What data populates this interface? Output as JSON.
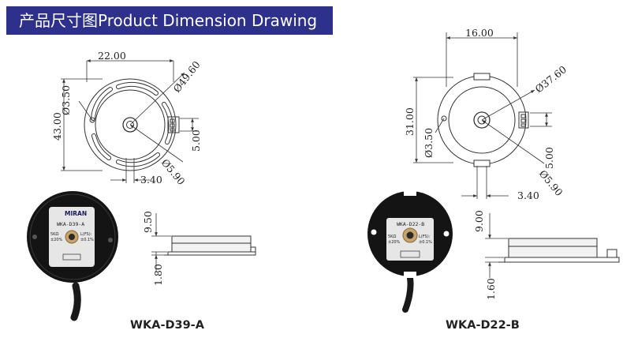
{
  "header": {
    "title": "产品尺寸图Product Dimension Drawing"
  },
  "colors": {
    "banner": "#2e318c",
    "line": "#333333",
    "sensor_body": "#141414"
  },
  "models": [
    {
      "caption": "WKA-D39-A",
      "dims": {
        "width_top": "22.00",
        "outer_dia": "Ø49.60",
        "hole_dia": "Ø3.50",
        "height": "43.00",
        "terminal": "5.00",
        "shaft_dia": "Ø5.90",
        "offset": "3.40"
      },
      "side_dims": {
        "total": "9.50",
        "flange": "1.80"
      },
      "label": {
        "brand": "MIRAN",
        "model": "WKA-D39-A",
        "res": "5KΩ",
        "res_tol": "±20%",
        "lin": "L(FS):",
        "lin_tol": "±0.1%"
      }
    },
    {
      "caption": "WKA-D22-B",
      "dims": {
        "width_top": "16.00",
        "outer_dia": "Ø37.60",
        "hole_dia": "Ø3.50",
        "height": "31.00",
        "terminal": "5.00",
        "shaft_dia": "Ø5.90",
        "offset": "3.40"
      },
      "side_dims": {
        "total": "9.00",
        "flange": "1.60"
      },
      "label": {
        "model": "WKA-D22-B",
        "res": "5KΩ",
        "res_tol": "±20%",
        "lin": "L(FS):",
        "lin_tol": "±0.1%"
      }
    }
  ]
}
